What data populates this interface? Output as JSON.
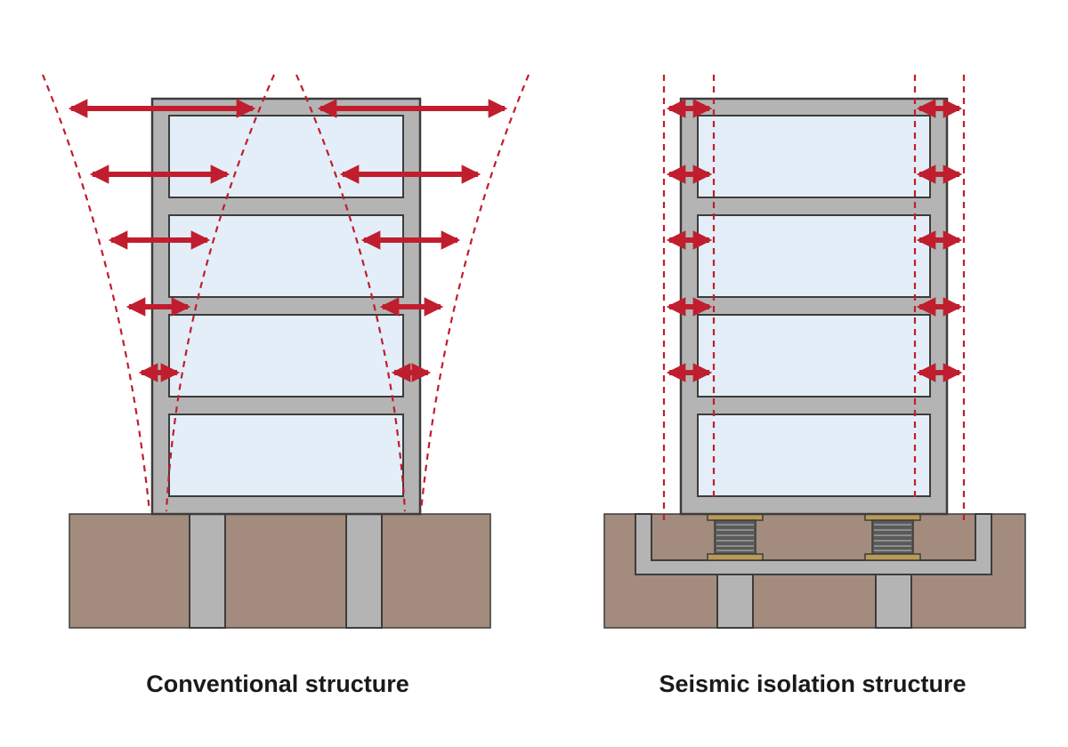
{
  "diagrams": [
    {
      "caption": "Conventional structure"
    },
    {
      "caption": "Seismic isolation structure"
    }
  ],
  "colors": {
    "soil": "#a38c7d",
    "frame": "#b4b4b4",
    "outline": "#3c3c3c",
    "window": "#e3eef8",
    "arrow": "#c01e2e",
    "bearing_rubber": "#5a5a5a",
    "bearing_plate": "#b89a56"
  },
  "icons": {
    "deflection": "dashed-envelope-lines",
    "sway": "double-headed-arrow",
    "isolator": "laminated-rubber-bearing-icon"
  }
}
